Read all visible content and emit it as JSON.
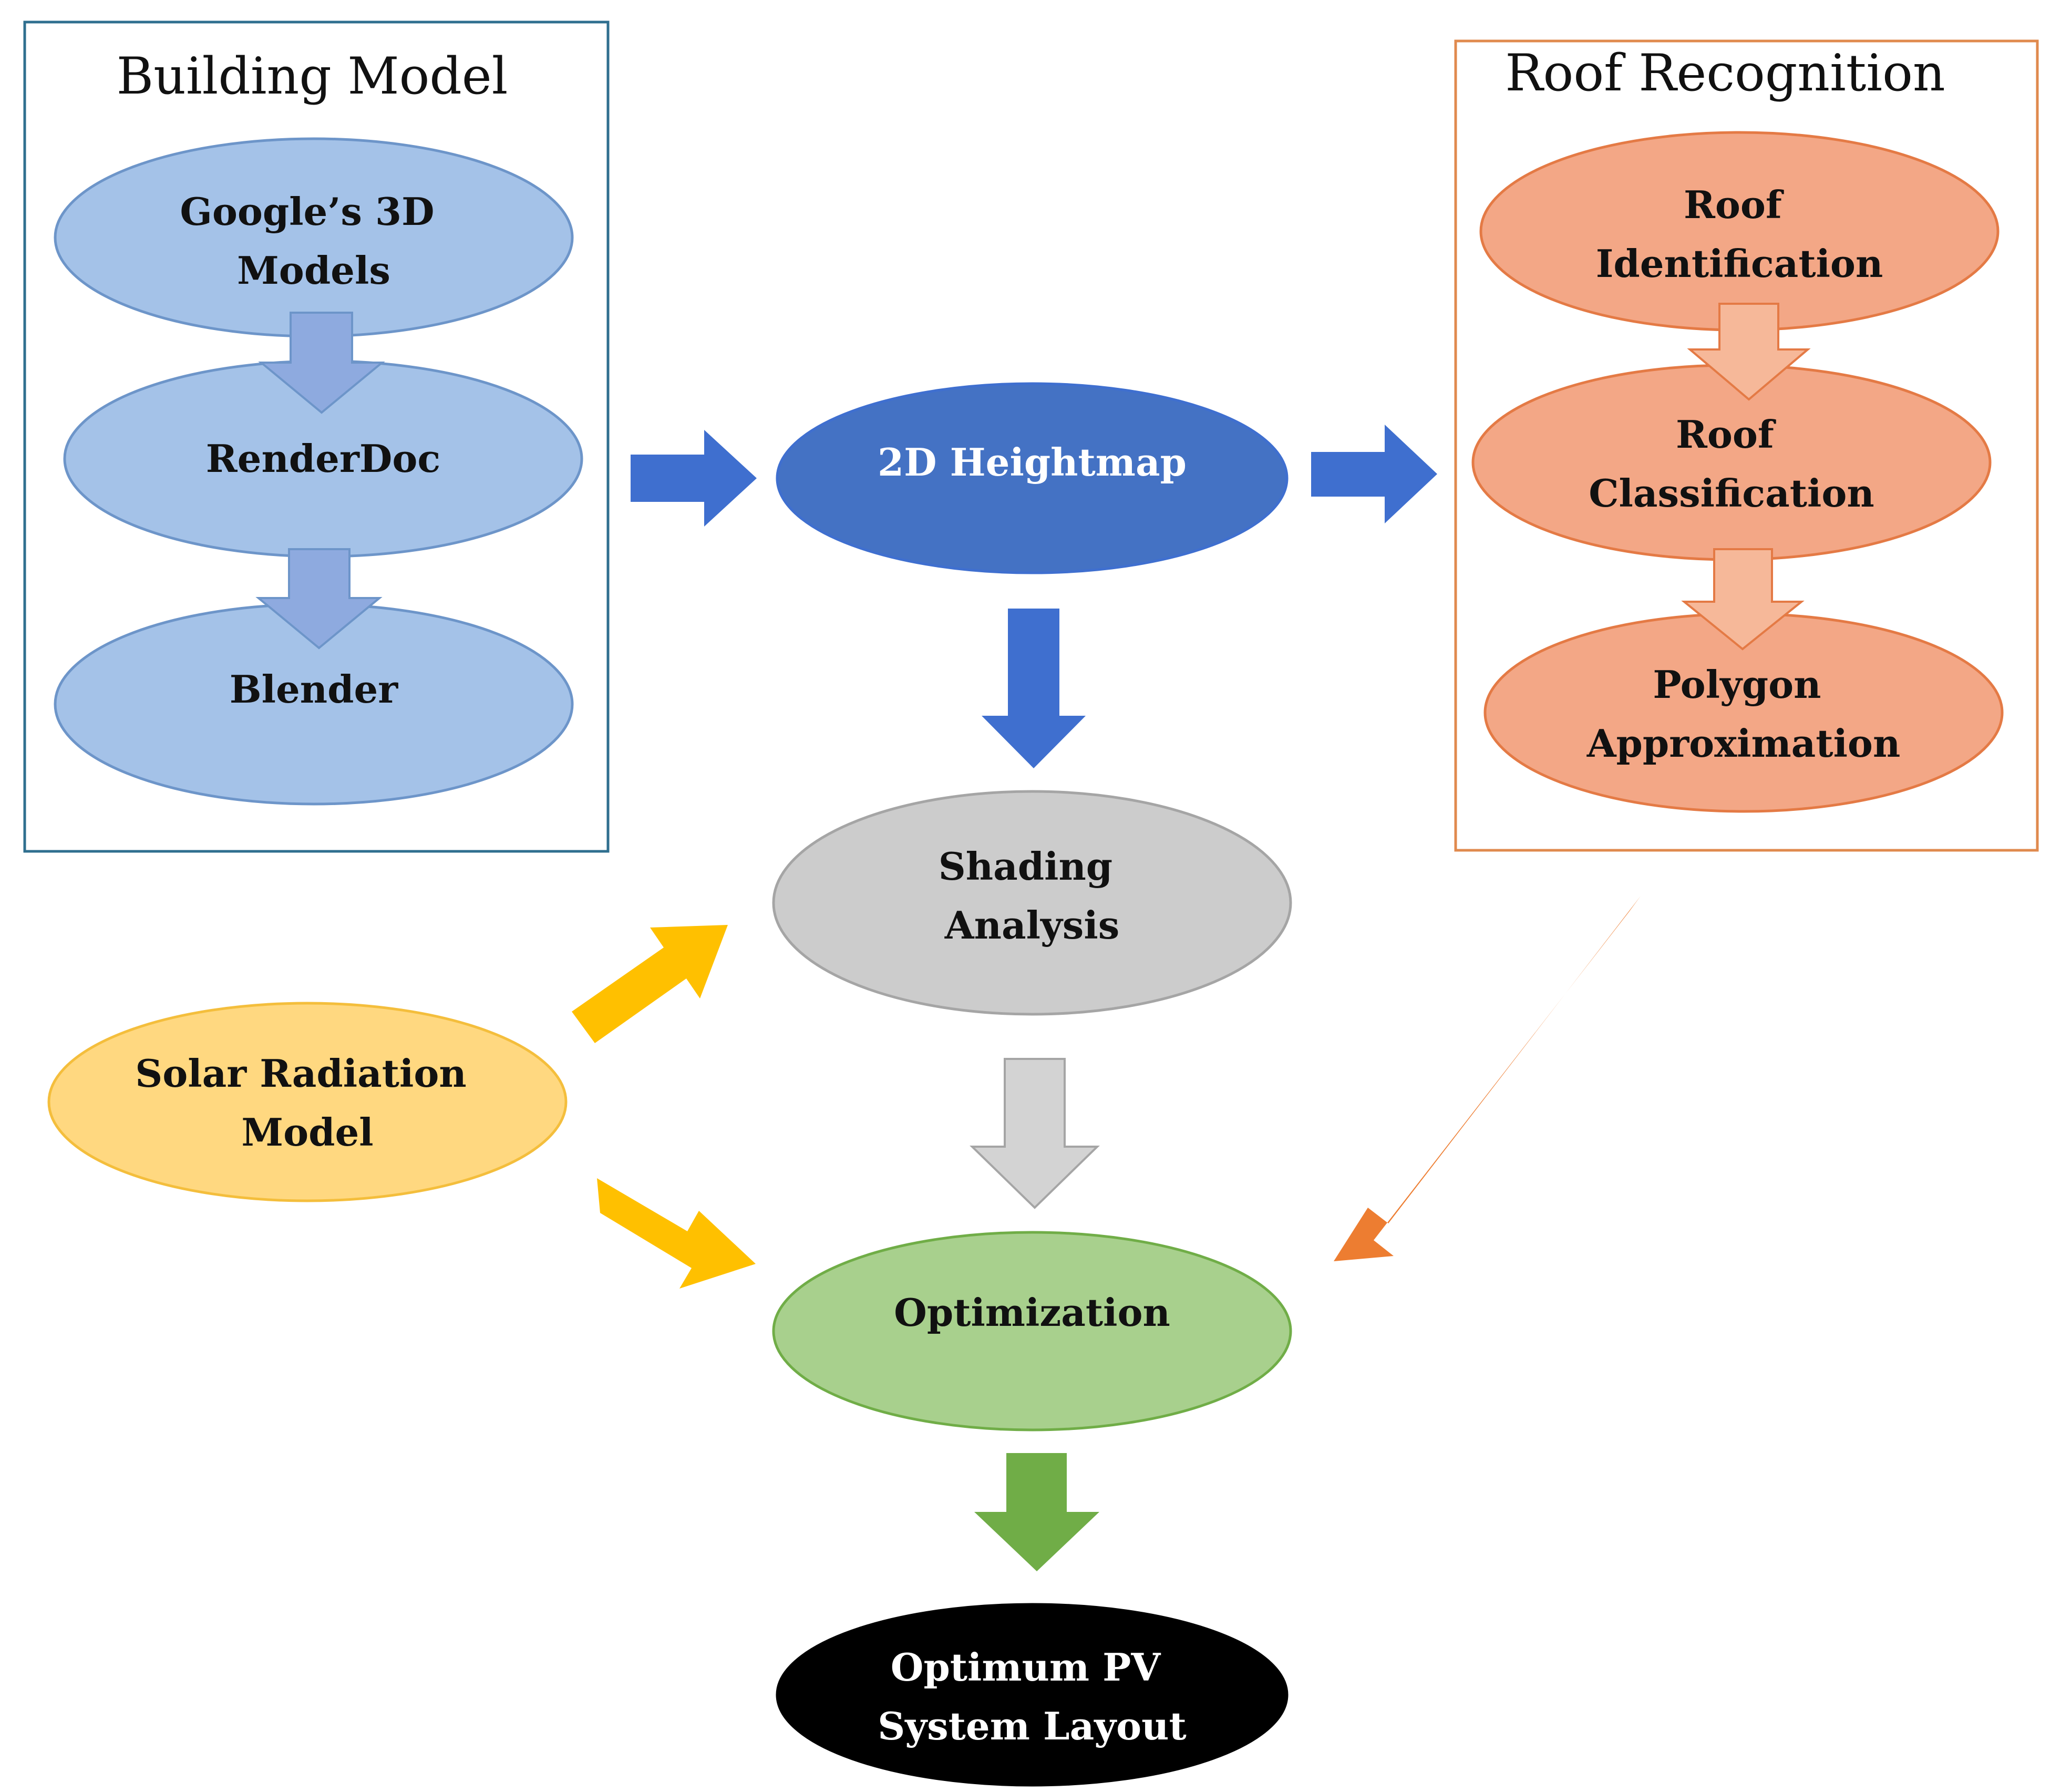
{
  "colors": {
    "blue_light": "#a4c2e8",
    "blue_light_stroke": "#6d95c9",
    "blue_dark": "#4472c4",
    "blue_arrow": "#3f6fcf",
    "blue_inner_arrow": "#8eaadf",
    "orange_light": "#f3a786",
    "orange_stroke": "#e47a45",
    "orange_frame": "#e08a4e",
    "orange_arrow": "#ed7d31",
    "orange_inner_arrow": "#f6b899",
    "gray": "#cccccc",
    "gray_stroke": "#a5a5a5",
    "gray_arrow": "#d3d3d3",
    "yellow": "#ffd880",
    "yellow_stroke": "#f4be3c",
    "yellow_arrow": "#ffc000",
    "green": "#a8d08d",
    "green_stroke": "#70ad47",
    "green_arrow": "#70ad47",
    "black": "#000000",
    "teal_frame": "#2f6f8f"
  },
  "groups": {
    "building_model": {
      "title": "Building Model"
    },
    "roof_recognition": {
      "title": "Roof Recognition"
    }
  },
  "nodes": {
    "google_models": {
      "lines": [
        "Google’s 3D",
        "Models"
      ]
    },
    "renderdoc": {
      "lines": [
        "RenderDoc"
      ]
    },
    "blender": {
      "lines": [
        "Blender"
      ]
    },
    "heightmap": {
      "lines": [
        "2D Heightmap"
      ]
    },
    "roof_identification": {
      "lines": [
        "Roof",
        "Identification"
      ]
    },
    "roof_classification": {
      "lines": [
        "Roof",
        "Classification"
      ]
    },
    "polygon_approximation": {
      "lines": [
        "Polygon",
        "Approximation"
      ]
    },
    "shading_analysis": {
      "lines": [
        "Shading",
        "Analysis"
      ]
    },
    "solar_radiation": {
      "lines": [
        "Solar Radiation",
        "Model"
      ]
    },
    "optimization": {
      "lines": [
        "Optimization"
      ]
    },
    "optimum_layout": {
      "lines": [
        "Optimum PV",
        "System Layout"
      ]
    }
  }
}
